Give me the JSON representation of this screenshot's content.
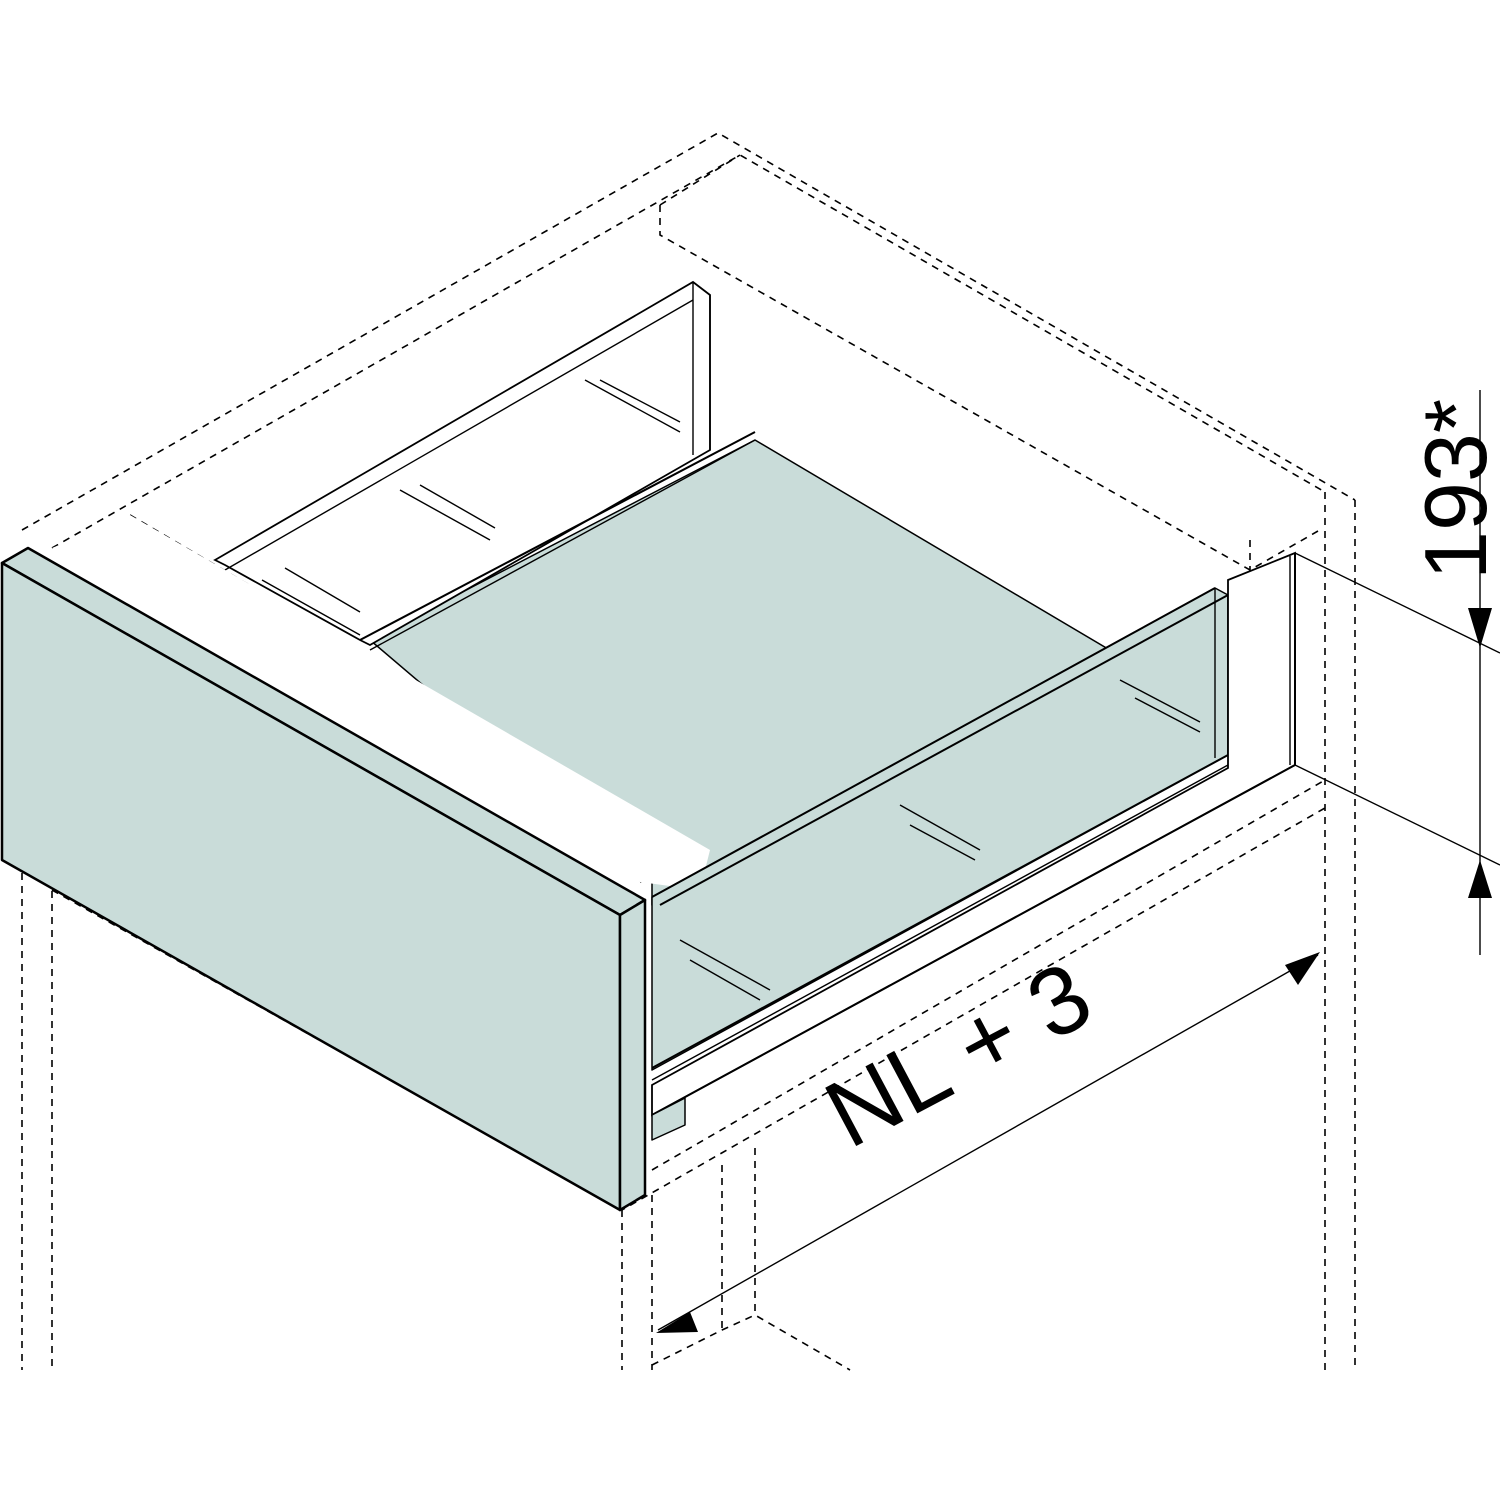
{
  "diagram": {
    "subject": "Drawer installation dimension drawing",
    "colors": {
      "panel_fill": "#c9dcd9",
      "line": "#000000",
      "background": "#ffffff"
    },
    "dimensions": {
      "depth_label": "NL + 3",
      "height_label": "193*"
    },
    "parts": [
      "drawer-front",
      "drawer-bottom",
      "glass-side-left",
      "glass-side-right",
      "back-panel",
      "cabinet-outline"
    ]
  }
}
